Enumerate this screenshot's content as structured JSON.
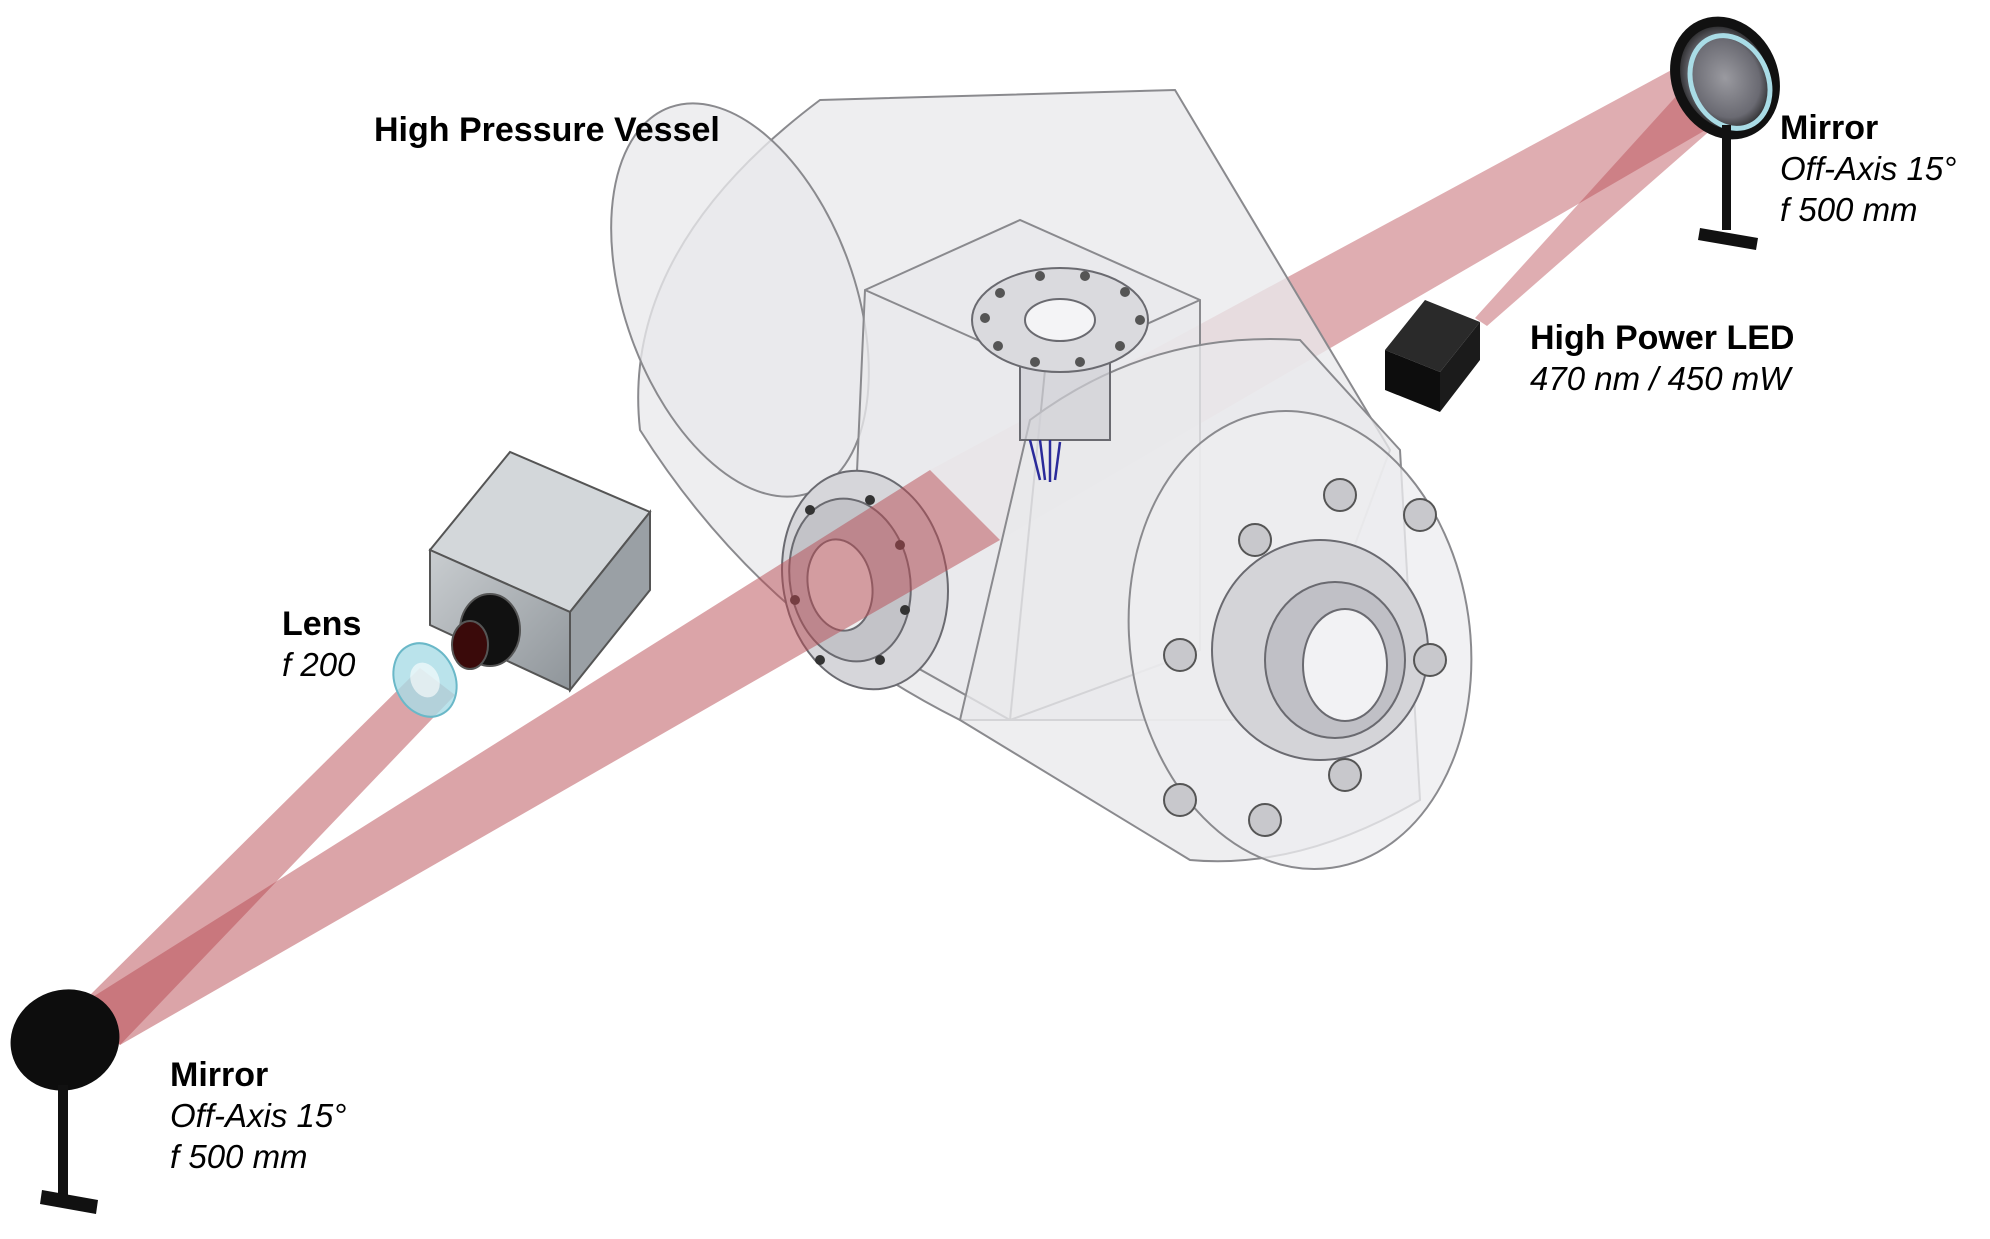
{
  "labels": {
    "vessel": {
      "title": "High Pressure Vessel"
    },
    "mirror_top": {
      "title": "Mirror",
      "line1": "Off-Axis 15°",
      "line2": "f 500 mm"
    },
    "led": {
      "title": "High Power LED",
      "line1": "470 nm / 450 mW"
    },
    "lens": {
      "title": "Lens",
      "line1": "f 200"
    },
    "mirror_bottom": {
      "title": "Mirror",
      "line1": "Off-Axis 15°",
      "line2": "f 500 mm"
    }
  },
  "colors": {
    "beam": "#b84a52",
    "vessel_fill": "#e9e9ec",
    "vessel_stroke": "#8a8a8e",
    "camera_body": "#b3b8bc",
    "led_body": "#111111",
    "lens_tint": "#a9dce6",
    "mirror": "#111111",
    "spark": "#2a2a9a"
  }
}
